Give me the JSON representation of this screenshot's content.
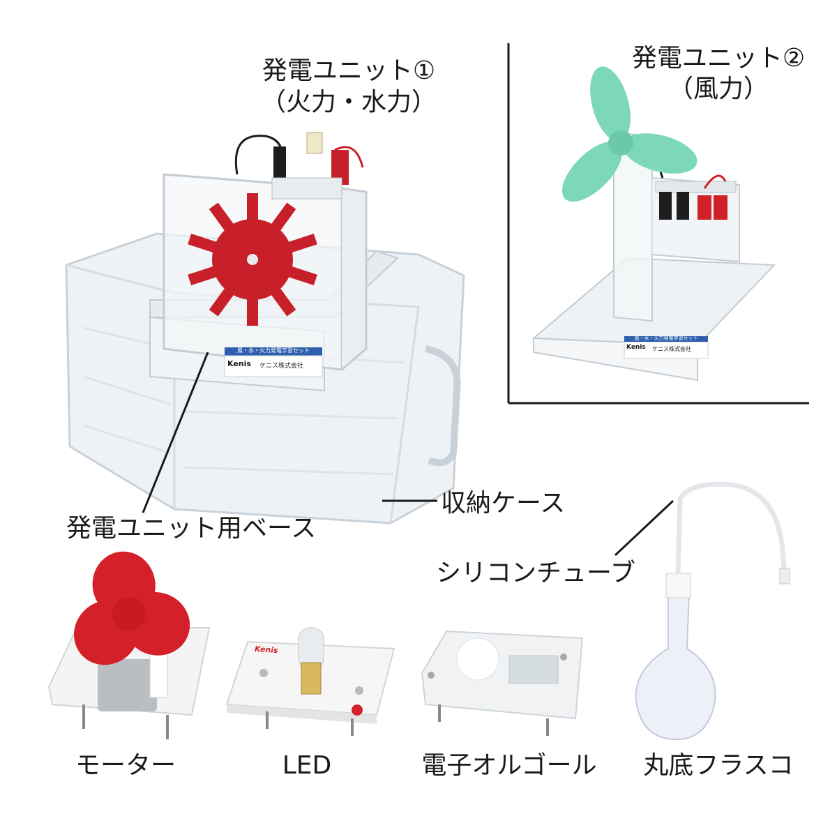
{
  "unit1": {
    "title": "発電ユニット①",
    "subtitle": "（火力・水力）"
  },
  "unit2": {
    "title": "発電ユニット②",
    "subtitle": "（風力）"
  },
  "callouts": {
    "base": "発電ユニット用ベース",
    "case": "収納ケース",
    "tube": "シリコンチューブ"
  },
  "parts": {
    "motor": "モーター",
    "led": "LED",
    "music_box": "電子オルゴール",
    "flask": "丸底フラスコ"
  },
  "product_label": {
    "line1": "風・水・火力発電学習セット",
    "brand": "Kenis",
    "maker": "ケニス株式会社"
  },
  "led_brand": "Kenis",
  "colors": {
    "water_wheel": "#c8202a",
    "wind_fan": "#7dd8b8",
    "motor_fan": "#d42028",
    "label_blue": "#2f5fae",
    "case_frame": "#1a1a1a"
  }
}
